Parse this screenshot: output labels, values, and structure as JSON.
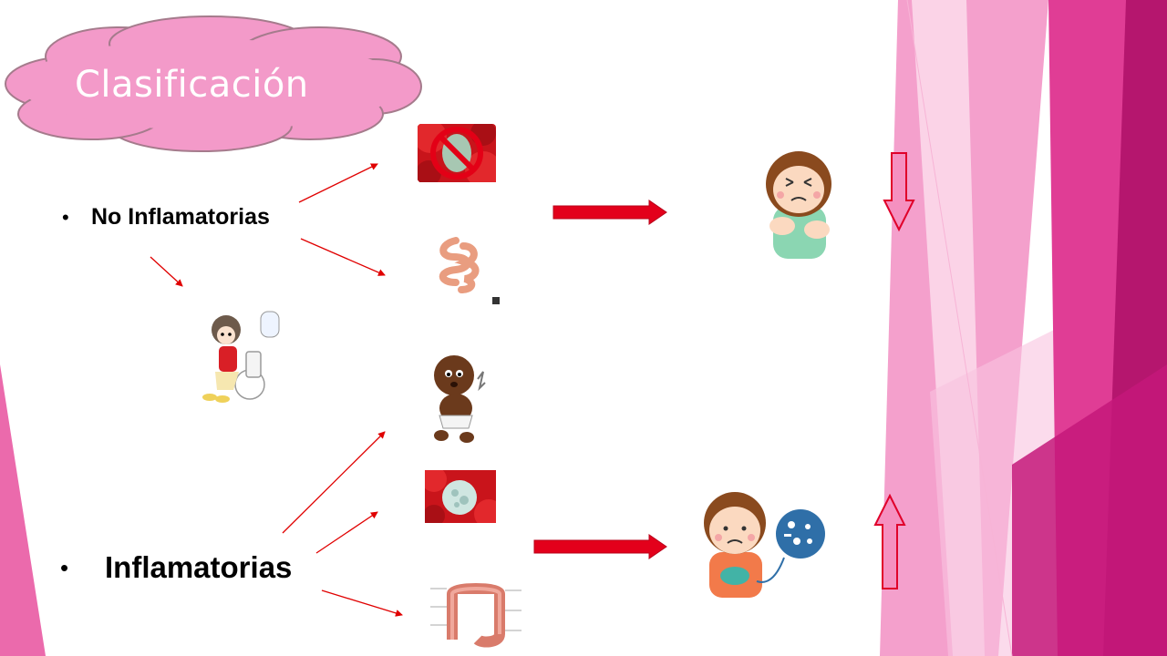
{
  "slide": {
    "title": "Clasificación",
    "bullets": [
      {
        "marker": "•",
        "label": "No Inflamatorias"
      },
      {
        "marker": "•",
        "label": "Inflamatorias"
      }
    ]
  },
  "colors": {
    "cloud": "#f39ac9",
    "cloud_outline": "#a57b8c",
    "bullet_arrow": "#e00000",
    "block_arrow": "#e3001b",
    "indicator_fill": "#f590c0",
    "indicator_stroke": "#e0002a",
    "decor_dark": "#c4187a",
    "decor_light": "#f4a0cc"
  },
  "icons": {
    "top_images": [
      "blocked-blood-cell-icon",
      "small-intestine-icon"
    ],
    "side_image": "child-on-toilet-icon",
    "bottom_images": [
      "crying-baby-icon",
      "white-blood-cell-icon",
      "colon-diagram-icon"
    ],
    "result_images": [
      "child-stomach-ache-icon",
      "child-sick-bacteria-icon"
    ],
    "indicators": [
      "down-arrow-icon",
      "up-arrow-icon"
    ]
  }
}
